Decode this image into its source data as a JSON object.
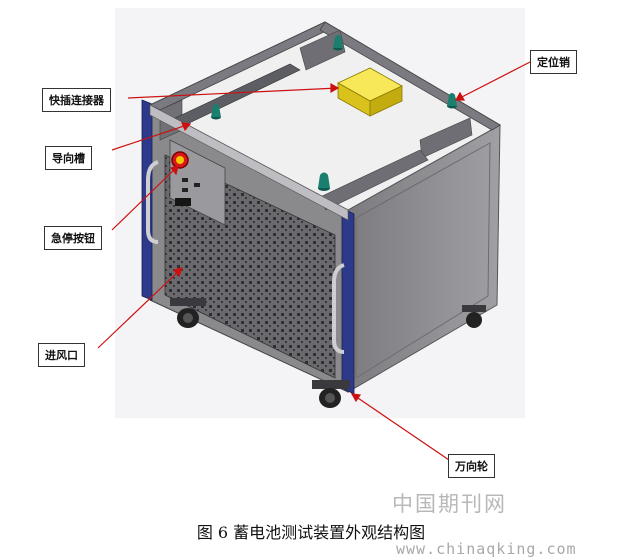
{
  "labels": {
    "quick_connector": "快插连接器",
    "guide_groove": "导向槽",
    "emergency_stop": "急停按钮",
    "air_inlet": "进风口",
    "locating_pin": "定位销",
    "caster": "万向轮"
  },
  "caption": "图 6 蓄电池测试装置外观结构图",
  "watermark": {
    "site_cn": "中国期刊网",
    "url": "www.chinaqking.com"
  },
  "colors": {
    "frame": "#2d3a8c",
    "panel": "#8a8a8c",
    "top": "#f0f0f0",
    "pin": "#1a7f6e",
    "block": "#f2dc2a",
    "leader": "#cc1111"
  }
}
